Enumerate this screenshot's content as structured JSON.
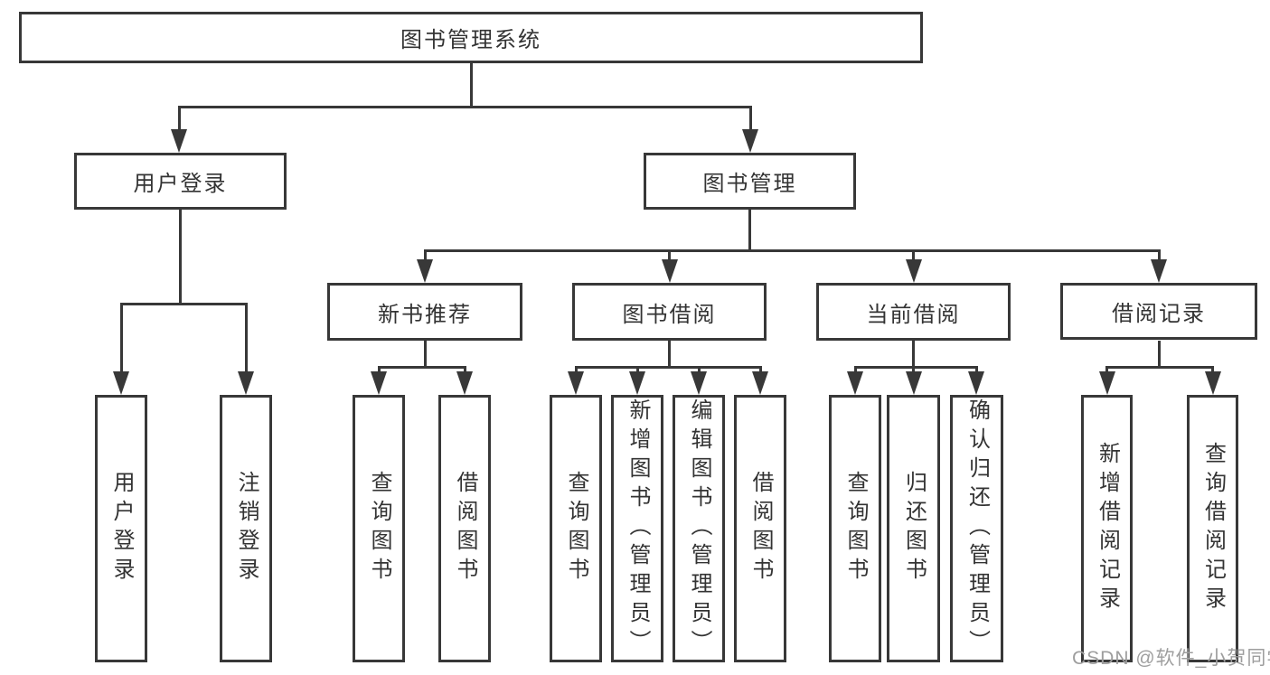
{
  "colors": {
    "line": "#383838",
    "box_border": "#383838",
    "text": "#333333",
    "background": "#ffffff",
    "watermark": "#9e9e9e"
  },
  "watermark": "CSDN @软件_小贺同学",
  "nodes": {
    "root": "图书管理系统",
    "user_login": "用户登录",
    "book_mgmt": "图书管理",
    "new_book_rec": "新书推荐",
    "book_borrow": "图书借阅",
    "current_borrow": "当前借阅",
    "borrow_records": "借阅记录",
    "login": "用户登录",
    "logout": "注销登录",
    "rec_query_book": "查询图书",
    "rec_borrow_book": "借阅图书",
    "bb_query_book": "查询图书",
    "bb_add_book": "新增图书（管理员）",
    "bb_edit_book": "编辑图书（管理员）",
    "bb_borrow_book": "借阅图书",
    "cb_query_book": "查询图书",
    "cb_return_book": "归还图书",
    "cb_confirm_return": "确认归还（管理员）",
    "br_add_record": "新增借阅记录",
    "br_query_record": "查询借阅记录"
  }
}
